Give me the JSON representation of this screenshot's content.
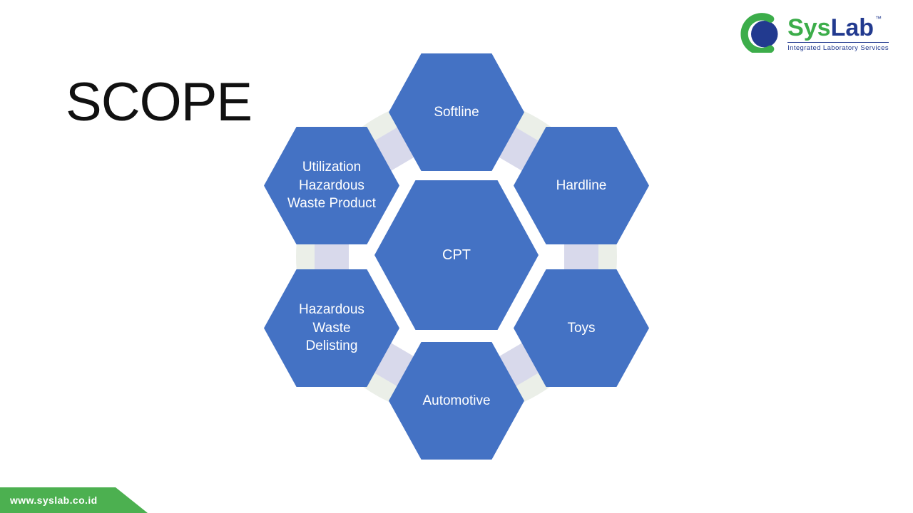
{
  "slide": {
    "title": "SCOPE",
    "footer": {
      "url": "www.syslab.co.id"
    },
    "logo": {
      "brand_sys": "Sys",
      "brand_lab": "Lab",
      "tm": "™",
      "tagline": "Integrated Laboratory Services",
      "mark_icon": "green-c-swirl-around-blue-circle"
    }
  },
  "diagram": {
    "type": "hexagon-cluster",
    "center": {
      "label": "CPT"
    },
    "nodes": [
      {
        "label": "Softline",
        "position": "top"
      },
      {
        "label": "Hardline",
        "position": "top-right"
      },
      {
        "label": "Toys",
        "position": "bottom-right"
      },
      {
        "label": "Automotive",
        "position": "bottom"
      },
      {
        "label": "Hazardous Waste Delisting",
        "position": "bottom-left"
      },
      {
        "label": "Utilization Hazardous Waste Product",
        "position": "top-left"
      }
    ],
    "colors": {
      "hexagon": "#4472C4",
      "connector": "#D8D9EB",
      "ring": "#EBEFE8",
      "footer_green": "#4CB050",
      "logo_green": "#3CAD4A",
      "logo_blue": "#223A8F"
    }
  }
}
